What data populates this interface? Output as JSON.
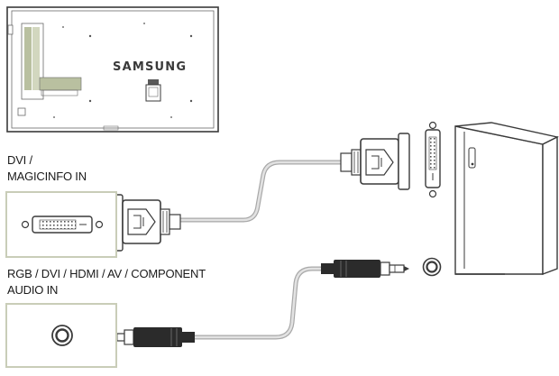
{
  "monitor": {
    "brand": "SAMSUNG"
  },
  "labels": {
    "dvi_line1": "DVI /",
    "dvi_line2": "MAGICINFO IN",
    "audio_line1": "RGB / DVI / HDMI / AV / COMPONENT",
    "audio_line2": "AUDIO IN"
  },
  "colors": {
    "outline": "#3a3a3a",
    "panel_accent": "#b9c0a0",
    "cable": "#cfcfcf",
    "plug_dark": "#2b2b2b"
  }
}
